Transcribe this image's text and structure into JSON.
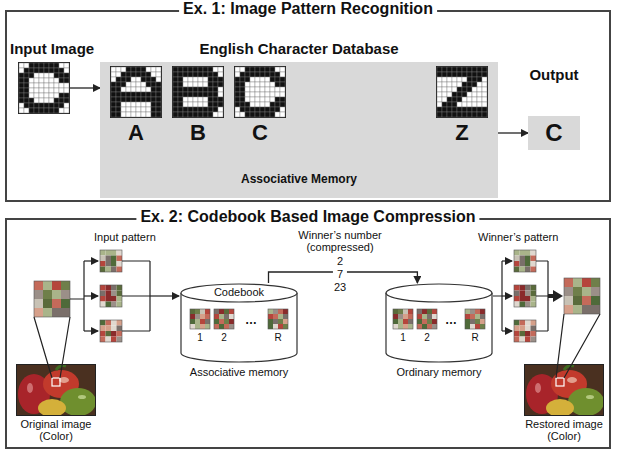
{
  "diagram": {
    "nodes": [
      {
        "text": [
          "Ex. 1: Image Pattern Recognition"
        ]
      },
      {
        "text": [
          "Input Image"
        ],
        "in": 0
      },
      {
        "text": [
          "English Character Database",
          "Associative Memory"
        ],
        "in": 0
      },
      {
        "text": [
          "A"
        ],
        "in": 2
      },
      {
        "text": [
          "B"
        ],
        "in": 2
      },
      {
        "text": [
          "C"
        ],
        "in": 2
      },
      {
        "text": [
          "Z"
        ],
        "in": 2
      },
      {
        "text": [
          "Output",
          "C"
        ],
        "in": 0
      },
      {
        "text": [
          "Ex. 2: Codebook Based Image Compression"
        ]
      },
      {
        "text": [
          "Original image (Color)"
        ],
        "in": 8
      },
      {
        "text": [
          "Codebook",
          "1",
          "2",
          "…",
          "R",
          "Associative memory"
        ],
        "in": 8
      },
      {
        "text": [
          "1",
          "2",
          "…",
          "R",
          "Ordinary memory"
        ],
        "in": 8
      },
      {
        "text": [
          "Restored image (Color)"
        ],
        "in": 8
      }
    ],
    "edges": [
      {
        "from": 1,
        "to": 2,
        "arrow": "to"
      },
      {
        "from": 2,
        "to": 7,
        "arrow": "to"
      },
      {
        "from": 10,
        "to": 11,
        "arrow": "to"
      }
    ],
    "labels": [
      "Input pattern",
      "Winner’s number (compressed)",
      "2",
      "7",
      "23",
      "Winner’s pattern"
    ]
  }
}
